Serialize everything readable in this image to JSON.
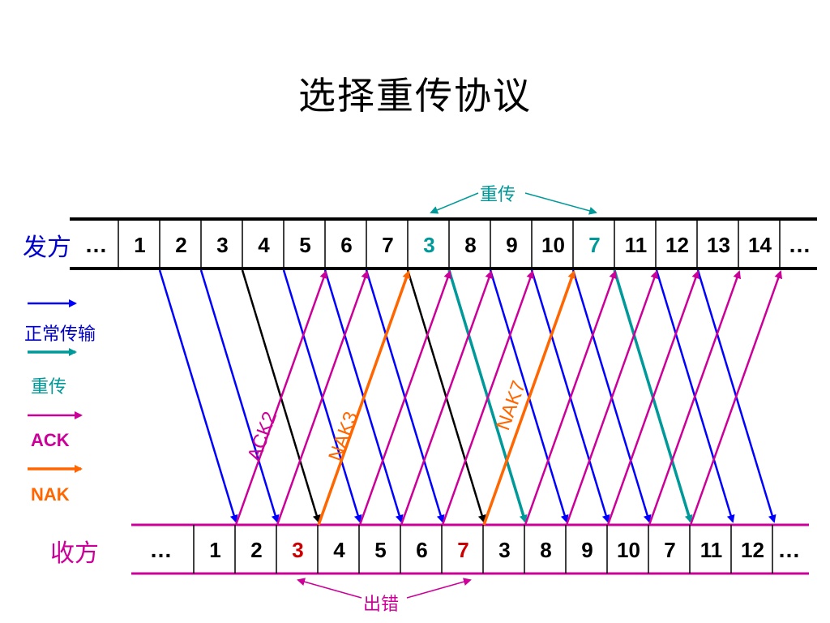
{
  "title": "选择重传协议",
  "sender": {
    "label": "发方",
    "frames": [
      "…",
      "1",
      "2",
      "3",
      "4",
      "5",
      "6",
      "7",
      "3",
      "8",
      "9",
      "10",
      "7",
      "11",
      "12",
      "13",
      "14",
      "…"
    ],
    "retransmit_label": "重传"
  },
  "receiver": {
    "label": "收方",
    "frames": [
      "…",
      "1",
      "2",
      "3",
      "4",
      "5",
      "6",
      "7",
      "3",
      "8",
      "9",
      "10",
      "7",
      "11",
      "12",
      "…"
    ],
    "error_label": "出错"
  },
  "legend": [
    {
      "label": "正常传输",
      "color": "#0000ff"
    },
    {
      "label": "重传",
      "color": "#009999"
    },
    {
      "label": "ACK",
      "color": "#cc0099"
    },
    {
      "label": "NAK",
      "color": "#ff6600"
    }
  ],
  "arrow_labels": {
    "ack": "ACK2",
    "nak1": "NAK3",
    "nak2": "NAK7"
  },
  "colors": {
    "normal": "#0000ff",
    "retransmit": "#009999",
    "ack": "#cc0099",
    "nak": "#ff6600",
    "error": "#cc0000",
    "black": "#000000"
  }
}
